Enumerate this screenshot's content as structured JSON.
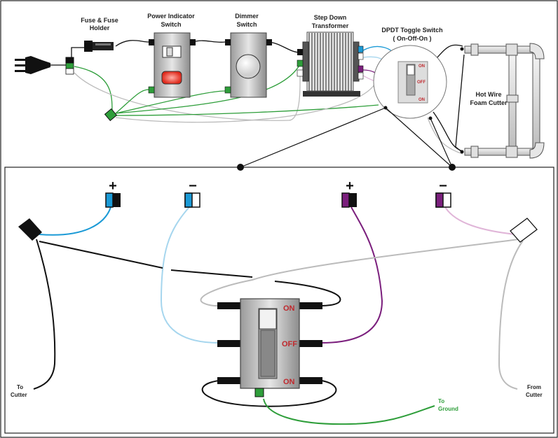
{
  "top": {
    "fuse_label_1": "Fuse & Fuse",
    "fuse_label_2": "Holder",
    "power_label_1": "Power Indicator",
    "power_label_2": "Switch",
    "dimmer_label_1": "Dimmer",
    "dimmer_label_2": "Switch",
    "transformer_label_1": "Step Down",
    "transformer_label_2": "Transformer",
    "dpdt_label_1": "DPDT Toggle Switch",
    "dpdt_label_2": "( On-Off-On )",
    "cutter_label_1": "Hot Wire",
    "cutter_label_2": "Foam Cutter",
    "mini_on_top": "ON",
    "mini_off": "OFF",
    "mini_on_bottom": "ON"
  },
  "detail": {
    "plus_1": "+",
    "minus_1": "−",
    "plus_2": "+",
    "minus_2": "−",
    "switch_on_top": "ON",
    "switch_off": "OFF",
    "switch_on_bottom": "ON",
    "to_cutter_1": "To",
    "to_cutter_2": "Cutter",
    "from_cutter_1": "From",
    "from_cutter_2": "Cutter",
    "to_ground_1": "To",
    "to_ground_2": "Ground"
  },
  "colors": {
    "blue": "#1b9ad6",
    "light_blue": "#a6d6ee",
    "purple": "#7b1f7d",
    "light_purple": "#e0b5d8",
    "green": "#2e9e3a",
    "red_text": "#c0282d"
  }
}
